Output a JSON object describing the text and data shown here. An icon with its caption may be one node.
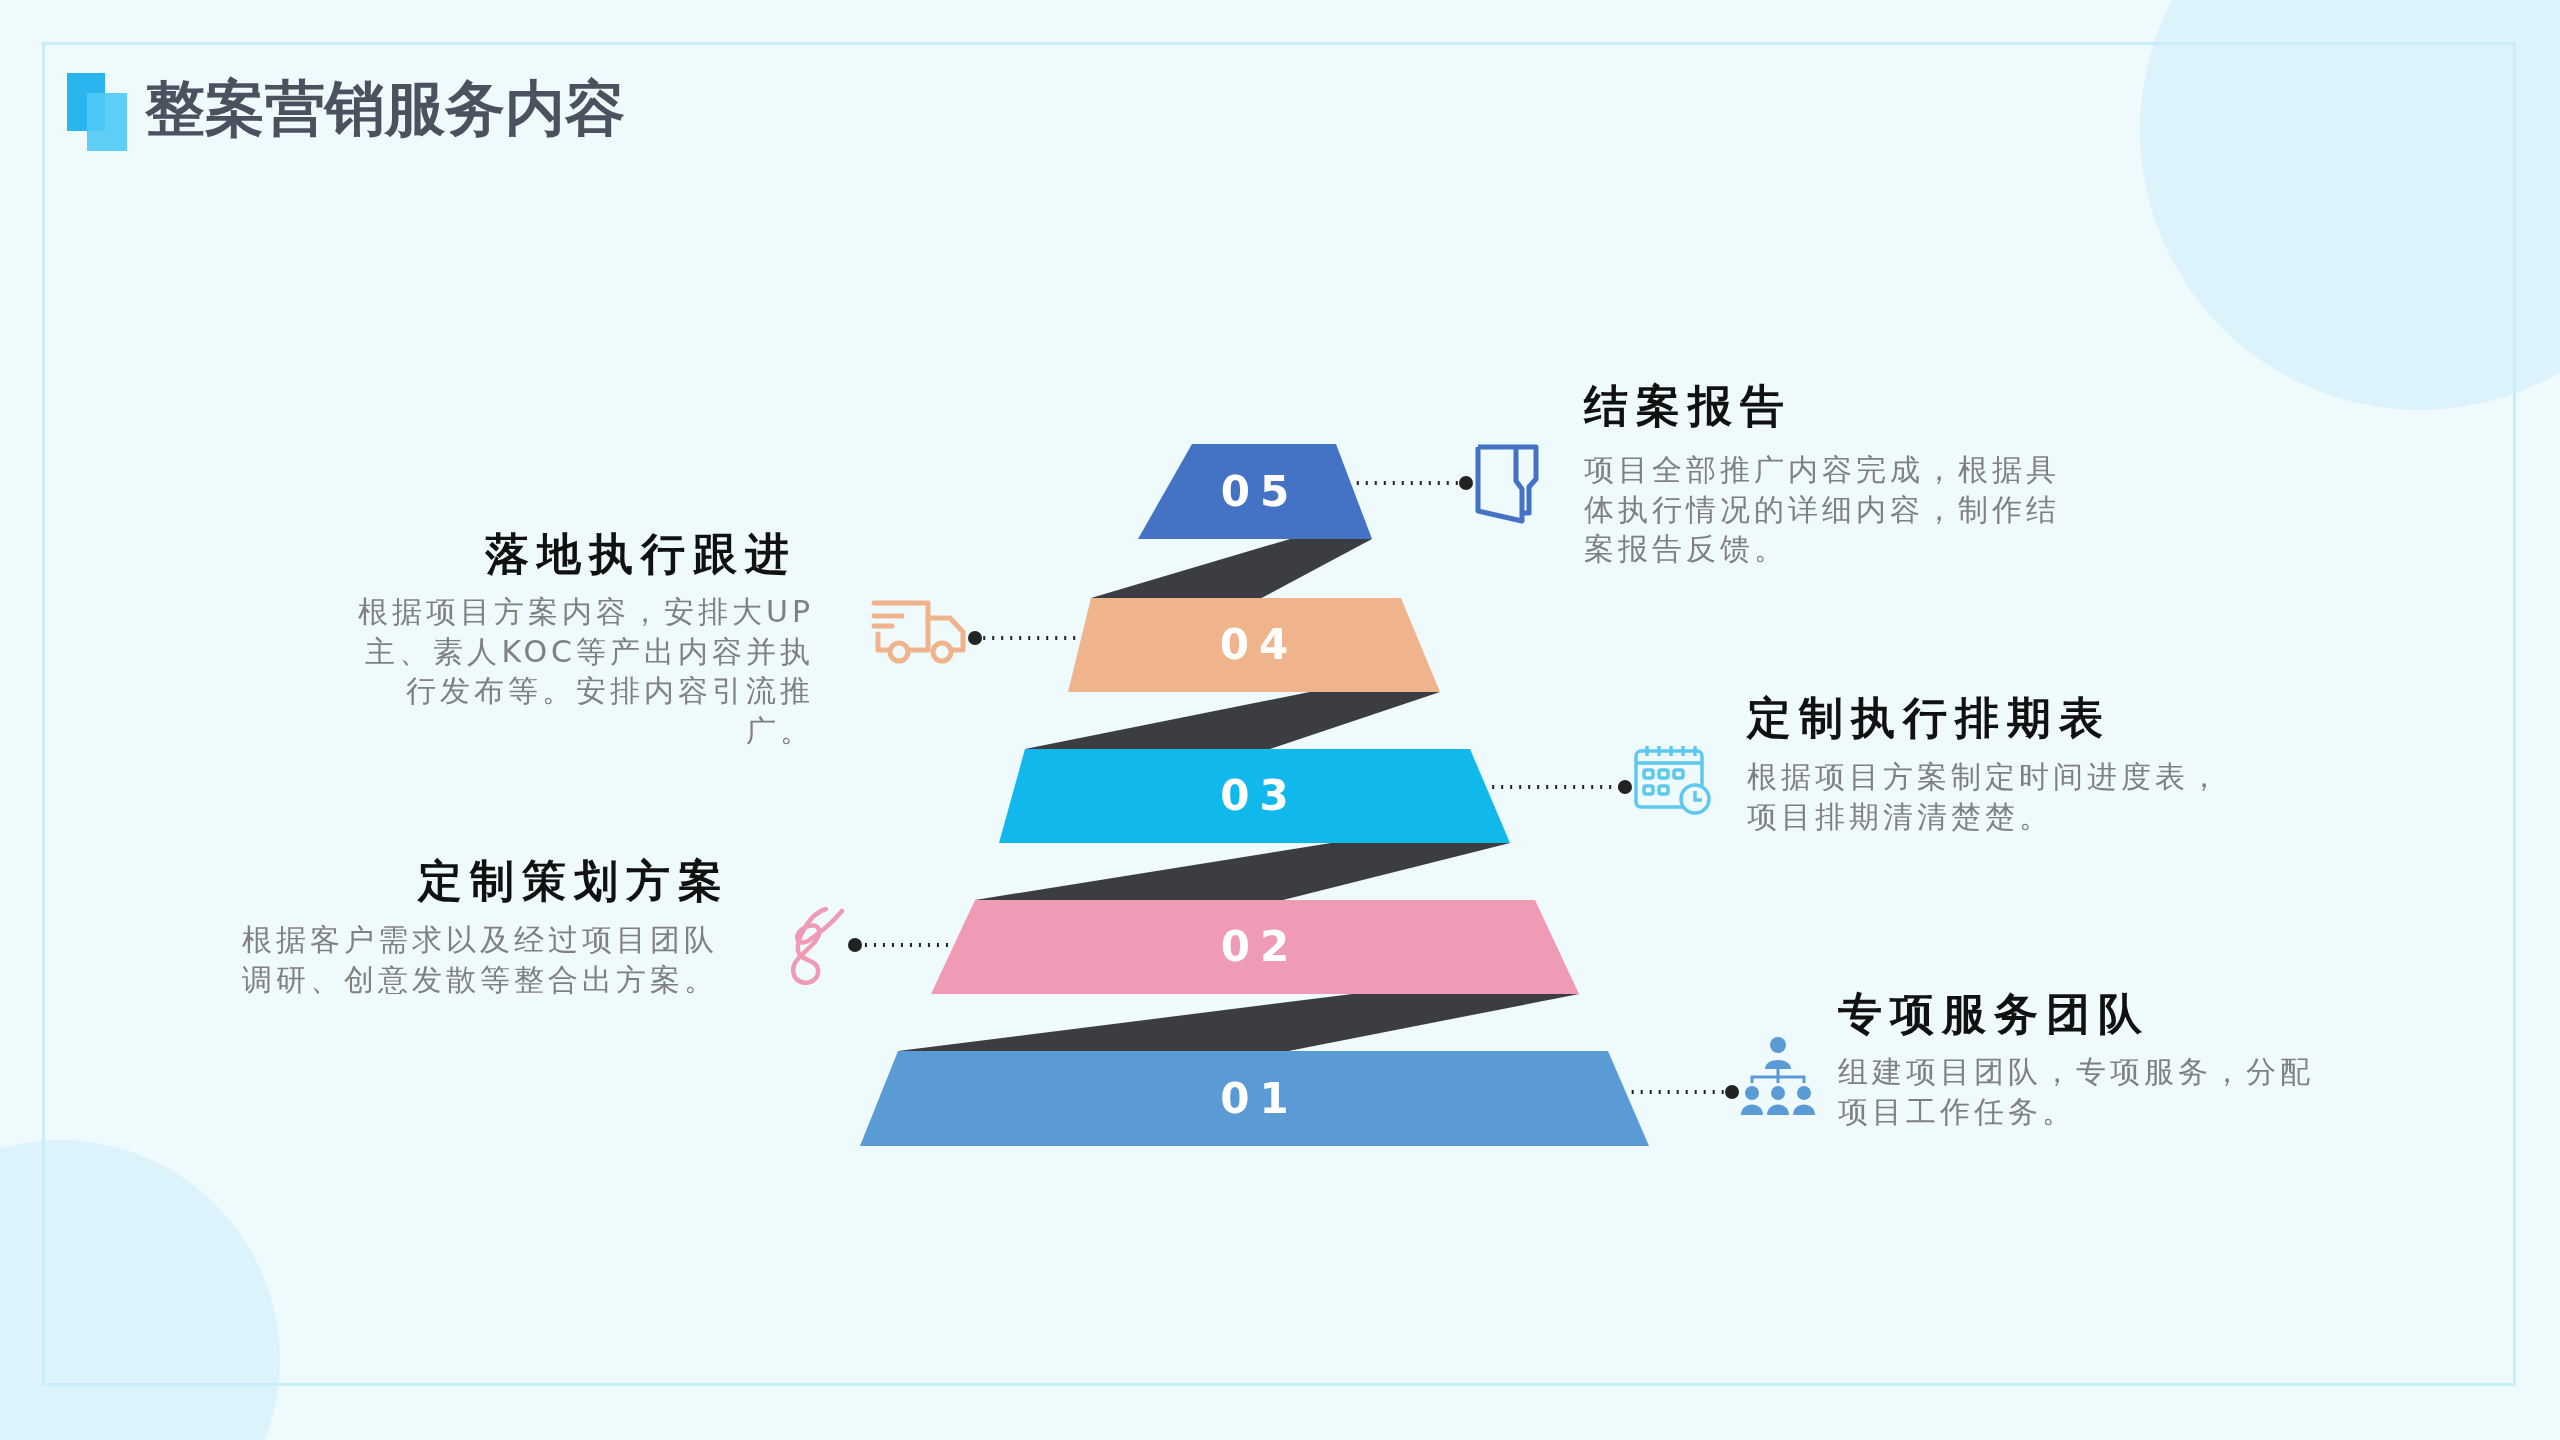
{
  "diagram": {
    "title": "整案营销服务内容",
    "nodes": [
      {
        "text": [
          "05"
        ]
      },
      {
        "text": [
          "04"
        ]
      },
      {
        "text": [
          "03"
        ]
      },
      {
        "text": [
          "02"
        ]
      },
      {
        "text": [
          "01"
        ]
      },
      {
        "text": [],
        "shape": "picture",
        "beside": [
          "结案报告",
          "项目全部推广内容完成，根据具体执行情况的详细内容，制作结案报告反馈。"
        ]
      },
      {
        "text": [],
        "shape": "picture",
        "beside": [
          "落地执行跟进",
          "根据项目方案内容，安排大UP主、素人KOC等产出内容并执行发布等。安排内容引流推广。"
        ]
      },
      {
        "text": [],
        "shape": "picture",
        "beside": [
          "定制执行排期表",
          "根据项目方案制定时间进度表，项目排期清清楚楚。"
        ]
      },
      {
        "text": [],
        "shape": "picture",
        "beside": [
          "定制策划方案",
          "根据客户需求以及经过项目团队调研、创意发散等整合出方案。"
        ]
      },
      {
        "text": [],
        "shape": "picture",
        "beside": [
          "专项服务团队",
          "组建项目团队，专项服务，分配项目工作任务。"
        ]
      }
    ],
    "edges": [
      {
        "from": 0,
        "to": 5,
        "arrow": "other",
        "style": "dashed"
      },
      {
        "from": 1,
        "to": 6,
        "arrow": "other",
        "style": "dashed"
      },
      {
        "from": 2,
        "to": 7,
        "arrow": "other",
        "style": "dashed"
      },
      {
        "from": 3,
        "to": 8,
        "arrow": "other",
        "style": "dashed"
      },
      {
        "from": 4,
        "to": 9,
        "arrow": "other",
        "style": "dashed"
      }
    ]
  }
}
